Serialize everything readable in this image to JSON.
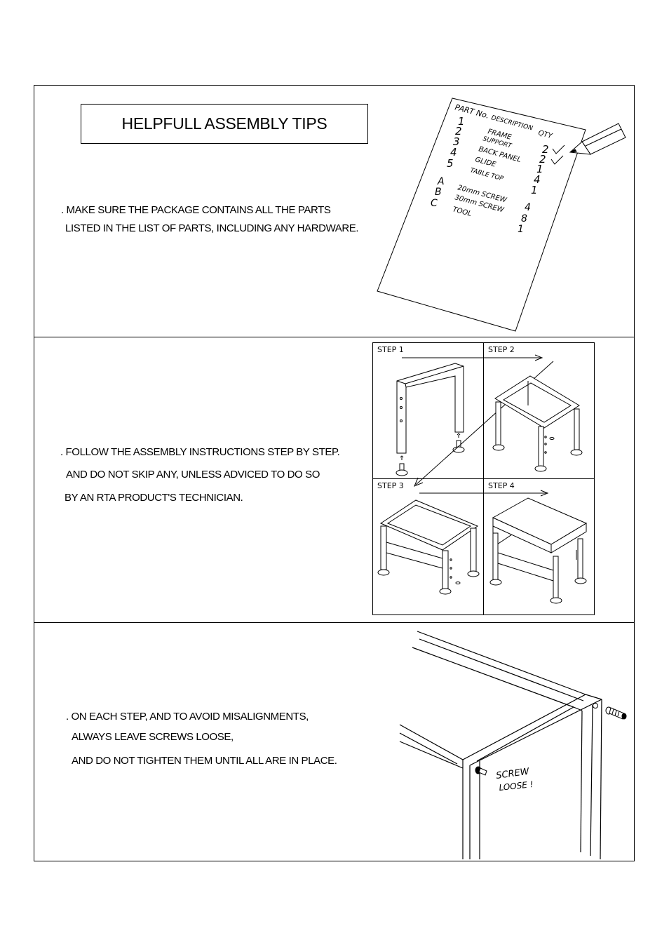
{
  "title": "HELPFULL ASSEMBLY TIPS",
  "tip1": {
    "line1": ". MAKE SURE THE PACKAGE CONTAINS ALL THE PARTS",
    "line2": "LISTED IN THE LIST OF PARTS, INCLUDING ANY HARDWARE."
  },
  "tip2": {
    "line1": ". FOLLOW THE ASSEMBLY INSTRUCTIONS STEP BY STEP.",
    "line2": "AND DO NOT SKIP ANY, UNLESS ADVICED TO DO SO",
    "line3": "BY AN RTA PRODUCT'S TECHNICIAN."
  },
  "tip3": {
    "line1": ". ON EACH STEP, AND TO AVOID MISALIGNMENTS,",
    "line2": "ALWAYS LEAVE SCREWS LOOSE,",
    "line3": "AND DO NOT TIGHTEN THEM UNTIL ALL ARE IN PLACE."
  },
  "parts_sheet": {
    "header_part": "PART No.",
    "header_desc": "DESCRIPTION",
    "header_qty": "QTY",
    "rows": [
      {
        "part": "1",
        "desc": "FRAME",
        "qty": "2"
      },
      {
        "part": "2",
        "desc": "SUPPORT",
        "qty": "2"
      },
      {
        "part": "3",
        "desc": "BACK PANEL",
        "qty": "1"
      },
      {
        "part": "4",
        "desc": "GLIDE",
        "qty": "4"
      },
      {
        "part": "5",
        "desc": "TABLE TOP",
        "qty": "1"
      },
      {
        "part": "A",
        "desc": "20mm SCREW",
        "qty": "4"
      },
      {
        "part": "B",
        "desc": "30mm SCREW",
        "qty": "8"
      },
      {
        "part": "C",
        "desc": "TOOL",
        "qty": "1"
      }
    ]
  },
  "steps": {
    "step1": "STEP 1",
    "step2": "STEP 2",
    "step3": "STEP 3",
    "step4": "STEP 4"
  },
  "screw_note": {
    "line1": "SCREW",
    "line2": "LOOSE !"
  }
}
